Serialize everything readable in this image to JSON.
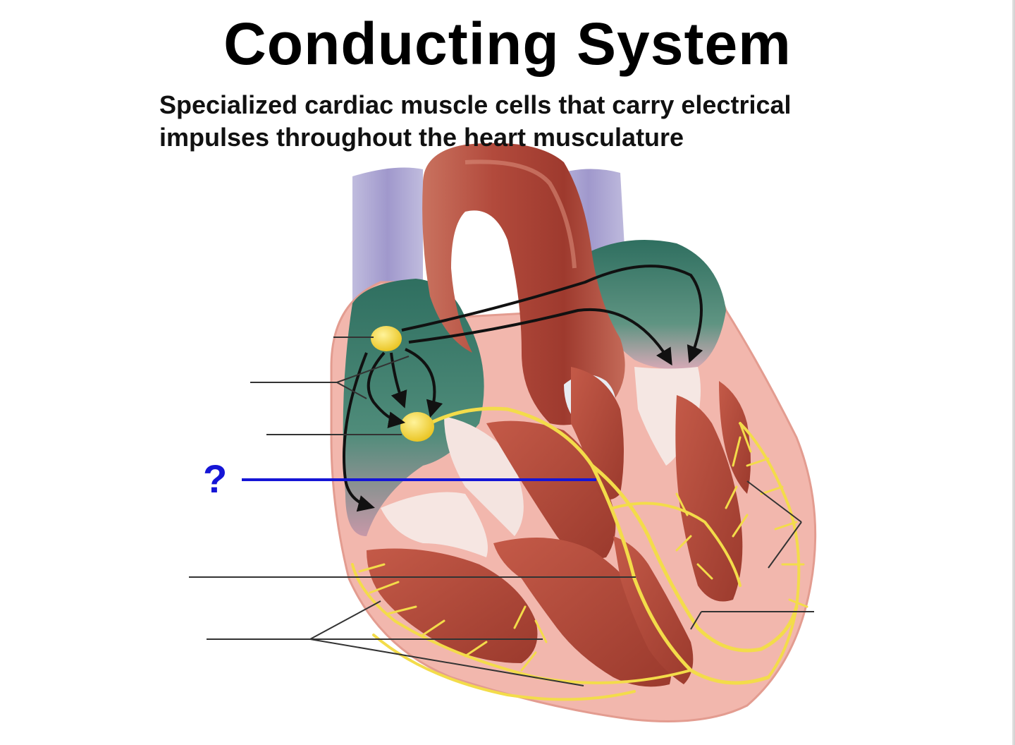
{
  "slide": {
    "title": "Conducting System",
    "subtitle_line1": "Specialized cardiac muscle cells that carry electrical",
    "subtitle_line2": "impulses throughout the heart musculature",
    "question_mark": "?"
  },
  "colors": {
    "conduction_pathway": "#f3dc4a",
    "node": "#f0cf2a",
    "myocardium": "#b2473a",
    "endocardium": "#f2b7ad",
    "atria_lining": "#3e7c6c",
    "vena_cava": "#8f86c3",
    "question_label": "#1515d6",
    "leader_line": "#333333",
    "arrow": "#111111"
  },
  "icons": [
    "heart-illustration",
    "sa-node-icon",
    "av-node-icon",
    "arrow-icon"
  ]
}
